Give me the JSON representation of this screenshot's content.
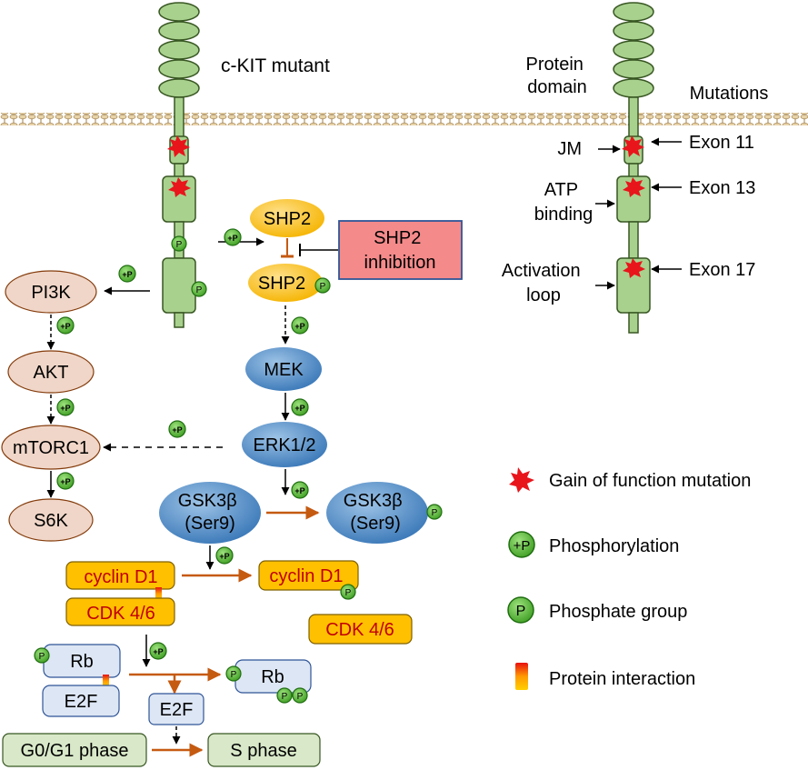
{
  "receptor_main": {
    "title": "c-KIT mutant"
  },
  "receptor_domains": {
    "header_protein_domain": [
      "Protein",
      "domain"
    ],
    "header_mutations": "Mutations",
    "jm_label": "JM",
    "atp_label": [
      "ATP",
      "binding"
    ],
    "activation_label": [
      "Activation",
      "loop"
    ],
    "exon11": "Exon 11",
    "exon13": "Exon 13",
    "exon17": "Exon 17"
  },
  "nodes": {
    "shp2": "SHP2",
    "shp2_p": "SHP2",
    "shp2_inhibition": [
      "SHP2",
      "inhibition"
    ],
    "pi3k": "PI3K",
    "akt": "AKT",
    "mtorc1": "mTORC1",
    "s6k": "S6K",
    "mek": "MEK",
    "erk": "ERK1/2",
    "gsk3b": [
      "GSK3β",
      "(Ser9)"
    ],
    "gsk3b_p": [
      "GSK3β",
      "(Ser9)"
    ],
    "cyclin_d1": "cyclin D1",
    "cyclin_d1_p": "cyclin D1",
    "cdk46": "CDK 4/6",
    "cdk46_free": "CDK 4/6",
    "rb": "Rb",
    "rb_p": "Rb",
    "e2f": "E2F",
    "e2f_free": "E2F",
    "g0g1": "G0/G1 phase",
    "s_phase": "S phase"
  },
  "badges": {
    "phosphorylation": "+P",
    "phosphate": "P"
  },
  "legend": {
    "gain": "Gain of function mutation",
    "phosphorylation": "Phosphorylation",
    "phosphate": "Phosphate group",
    "interaction": "Protein interaction"
  },
  "colors": {
    "orange": "#FFC000",
    "blue": "#5B9BD5",
    "tan": "#F0D6C8",
    "pink": "#F48A8A",
    "light_blue": "#DDE6F4",
    "light_green": "#D8E8C8",
    "receptor_green": "#A9D18E",
    "arrow_orange": "#C55A11",
    "badge_green": "#5DBB3A",
    "burst_red": "#E8151B"
  }
}
